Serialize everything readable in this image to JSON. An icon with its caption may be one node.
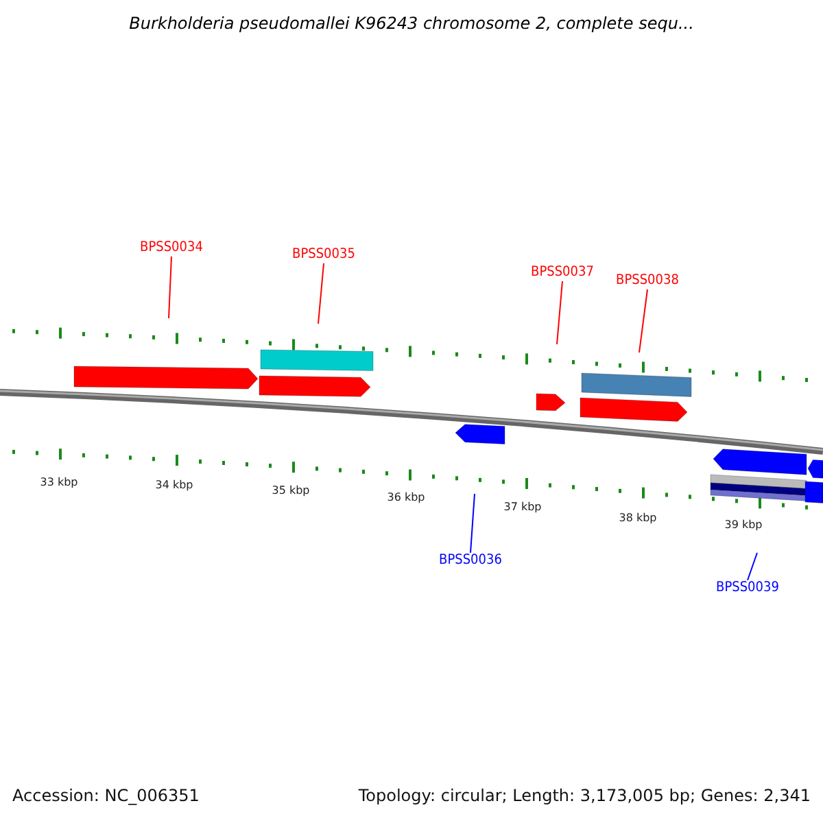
{
  "diagram": {
    "title": "Burkholderia pseudomallei K96243 chromosome 2, complete sequ...",
    "nodes": [
      {
        "text": [
          "BPSS0034"
        ]
      },
      {
        "text": [
          "BPSS0035"
        ]
      },
      {
        "text": [
          "BPSS0037"
        ]
      },
      {
        "text": [
          "BPSS0038"
        ]
      },
      {
        "text": [
          "BPSS0036"
        ]
      },
      {
        "text": [
          "BPSS0039"
        ]
      }
    ],
    "edges": [
      {
        "from": 0,
        "to": null,
        "arrow": "none"
      },
      {
        "from": 1,
        "to": null,
        "arrow": "none"
      },
      {
        "from": 2,
        "to": null,
        "arrow": "none"
      },
      {
        "from": 3,
        "to": null,
        "arrow": "none"
      },
      {
        "from": 4,
        "to": null,
        "arrow": "none",
        "color": "#0000ff"
      },
      {
        "from": 5,
        "to": null,
        "arrow": "none",
        "color": "#0000ff"
      }
    ],
    "labels": [
      "33 kbp",
      "34 kbp",
      "35 kbp",
      "36 kbp",
      "37 kbp",
      "38 kbp",
      "39 kbp",
      "Accession: NC_006351",
      "Topology: circular; Length: 3,173,005 bp; Genes: 2,341"
    ]
  }
}
